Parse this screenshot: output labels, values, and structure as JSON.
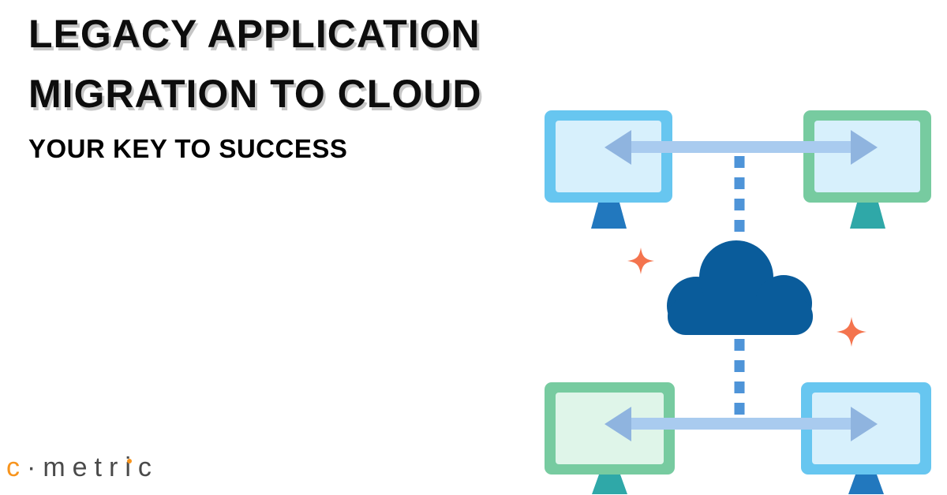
{
  "header": {
    "title_line1": "LEGACY APPLICATION",
    "title_line2": "MIGRATION TO CLOUD",
    "subtitle": "YOUR KEY TO SUCCESS"
  },
  "logo": {
    "mark": "c",
    "name_part1": "·metr",
    "name_i": "i",
    "name_part2": "c"
  },
  "colors": {
    "page_bg": "#FFFFFF",
    "title_text": "#0D0D0D",
    "title_shadow": "#C6C6C6",
    "subtitle_text": "#000000",
    "logo_orange": "#F7941D",
    "logo_gray": "#4A4A4A",
    "monitor_blue": "#67C6F0",
    "monitor_green": "#77CBA0",
    "screen_blue": "#D7F0FC",
    "screen_green": "#DFF5E9",
    "arrow_shaft": "#A9CBEF",
    "arrow_head": "#8FB4DF",
    "dash_line": "#4E94D8",
    "stand_blue": "#2278BE",
    "stand_teal": "#2FA8A8",
    "cloud_blue": "#0A5C9B",
    "sparkle_orange": "#F4744E"
  }
}
